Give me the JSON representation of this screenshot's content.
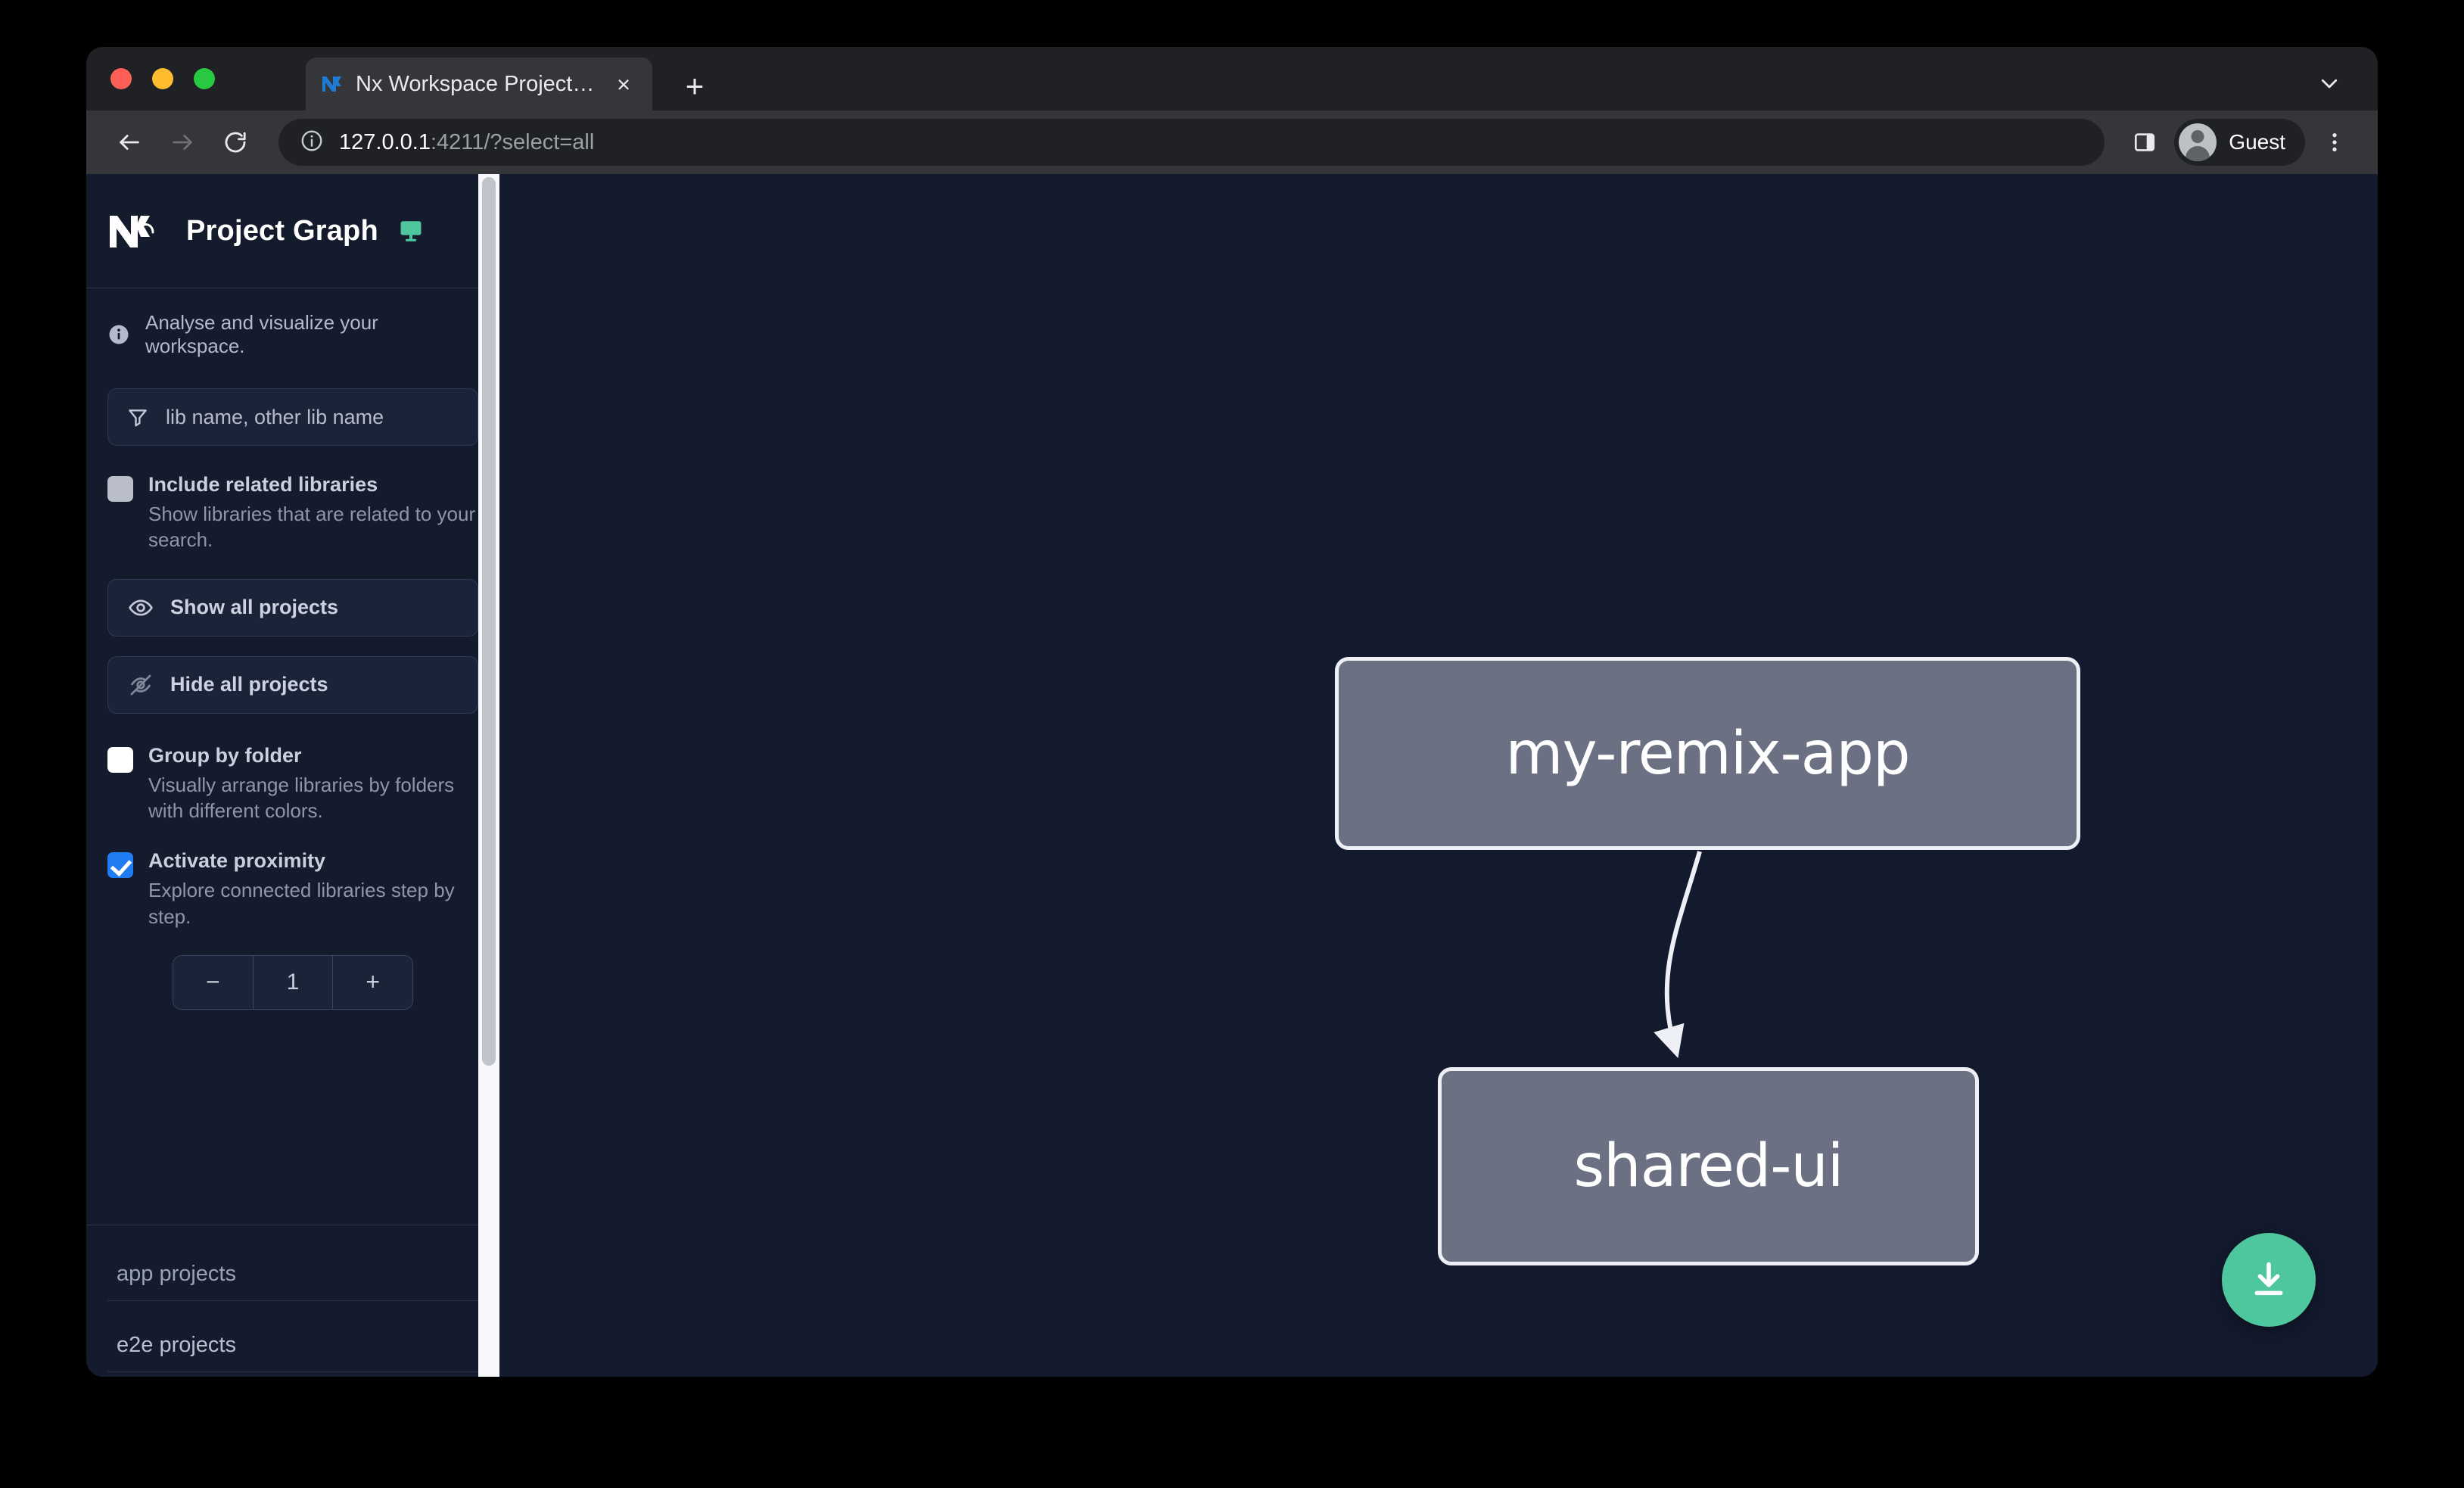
{
  "browser": {
    "traffic_lights": [
      "close-red",
      "minimize-yellow",
      "maximize-green"
    ],
    "tab": {
      "title": "Nx Workspace Project Graph",
      "favicon": "nx-favicon",
      "close_label": "×"
    },
    "new_tab_label": "+",
    "toolbar": {
      "back_label": "←",
      "forward_label": "→",
      "reload_label": "↻",
      "url_host": "127.0.0.1",
      "url_rest": ":4211/?select=all",
      "profile_name": "Guest",
      "side_panel_icon": "side-panel-icon",
      "menu_icon": "three-dot-menu-icon",
      "tabstrip_chevron_icon": "chevron-down-icon"
    }
  },
  "sidebar": {
    "logo": "nx-logo",
    "title": "Project Graph",
    "monitor_icon": "monitor-icon",
    "note": "Analyse and visualize your workspace.",
    "filter": {
      "icon": "funnel-icon",
      "placeholder": "lib name, other lib name",
      "value": ""
    },
    "options": [
      {
        "id": "include-related-libraries",
        "label": "Include related libraries",
        "description": "Show libraries that are related to your search.",
        "checked": false,
        "box_style": "grey"
      },
      {
        "id": "group-by-folder",
        "label": "Group by folder",
        "description": "Visually arrange libraries by folders with different colors.",
        "checked": false,
        "box_style": "white"
      },
      {
        "id": "activate-proximity",
        "label": "Activate proximity",
        "description": "Explore connected libraries step by step.",
        "checked": true,
        "box_style": "blue"
      }
    ],
    "buttons": [
      {
        "id": "show-all-projects",
        "label": "Show all projects",
        "icon": "eye-icon"
      },
      {
        "id": "hide-all-projects",
        "label": "Hide all projects",
        "icon": "eye-slash-icon"
      }
    ],
    "stepper": {
      "decrement_label": "−",
      "value": "1",
      "increment_label": "+"
    },
    "sections": [
      {
        "id": "app-projects",
        "label": "app projects"
      },
      {
        "id": "e2e-projects",
        "label": "e2e projects"
      }
    ]
  },
  "graph": {
    "nodes": [
      {
        "id": "my-remix-app",
        "label": "my-remix-app"
      },
      {
        "id": "shared-ui",
        "label": "shared-ui"
      }
    ],
    "edges": [
      {
        "from": "my-remix-app",
        "to": "shared-ui"
      }
    ],
    "download_button": {
      "icon": "download-icon"
    }
  },
  "colors": {
    "page_background": "#131a2e",
    "sidebar_background": "#141b2d",
    "node_fill": "#6b7183",
    "node_border": "#eef0f6",
    "accent_green": "#4ec79e",
    "checkbox_checked": "#1f7cf2"
  }
}
